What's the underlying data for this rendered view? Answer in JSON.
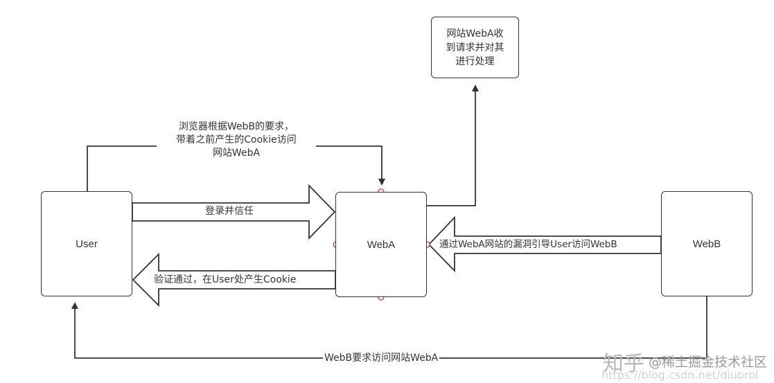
{
  "nodes": {
    "user": "User",
    "weba": "WebA",
    "webb": "WebB",
    "process": [
      "网站WebA收",
      "到请求并对其",
      "进行处理"
    ]
  },
  "edges": {
    "login": "登录并信任",
    "verify": "验证通过，在User处产生Cookie",
    "browser": [
      "浏览器根据WebB的要求，",
      "带着之前产生的Cookie访问",
      "网站WebA"
    ],
    "exploit": "通过WebA网站的漏洞引导User访问WebB",
    "request": "WebB要求访问网站WebA"
  },
  "watermark": {
    "zhihu": "知乎",
    "author": "@稀土掘金技术社区",
    "url": "https://blog.csdn.net/diubrol"
  },
  "colors": {
    "stroke": "#333333",
    "arrow_fill": "#ffffff",
    "port": "#b03a3a",
    "watermark": "#b9b9b9"
  }
}
